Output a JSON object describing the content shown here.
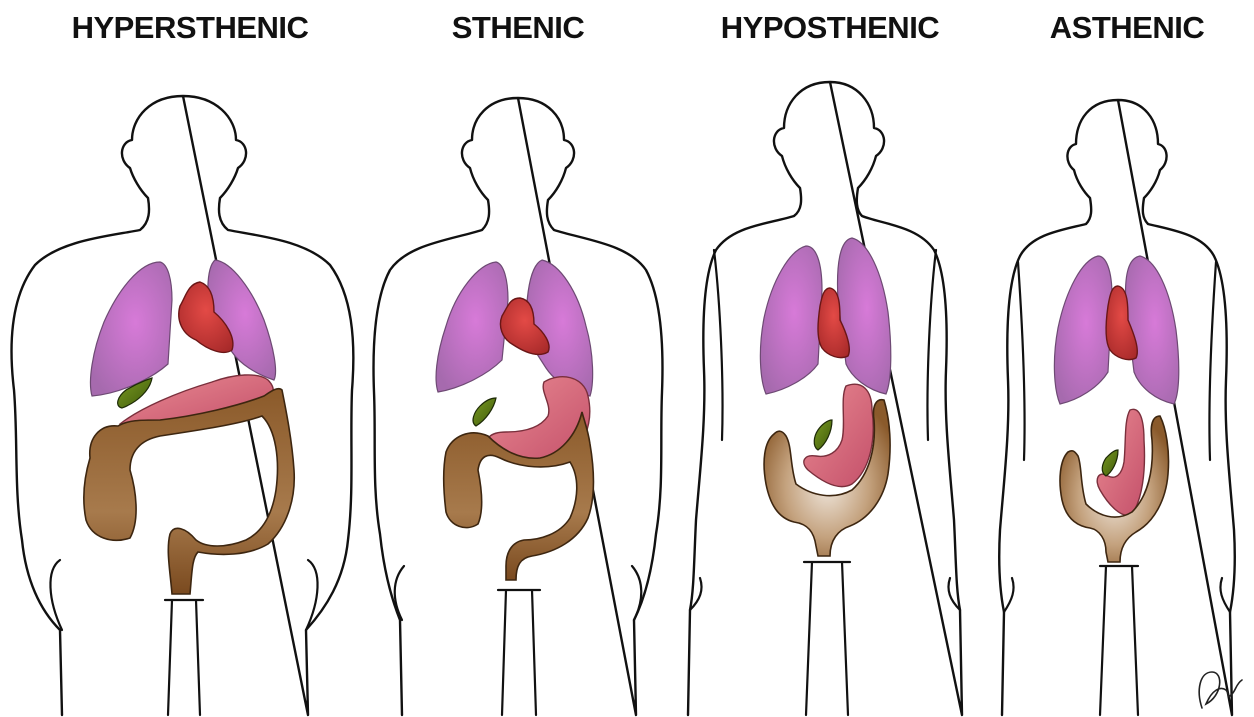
{
  "labels": {
    "hypersthenic": "HYPERSTHENIC",
    "sthenic": "STHENIC",
    "hyposthenic": "HYPOSTHENIC",
    "asthenic": "ASTHENIC"
  },
  "colors": {
    "lung": "#c86fc8",
    "heart": "#d23a3a",
    "stomach": "#e0727c",
    "colon": "#8a5a2b",
    "colon_light": "#e6dcd0",
    "gallbladder": "#5a7a12",
    "outline": "#111111"
  },
  "signature": "Dina..."
}
